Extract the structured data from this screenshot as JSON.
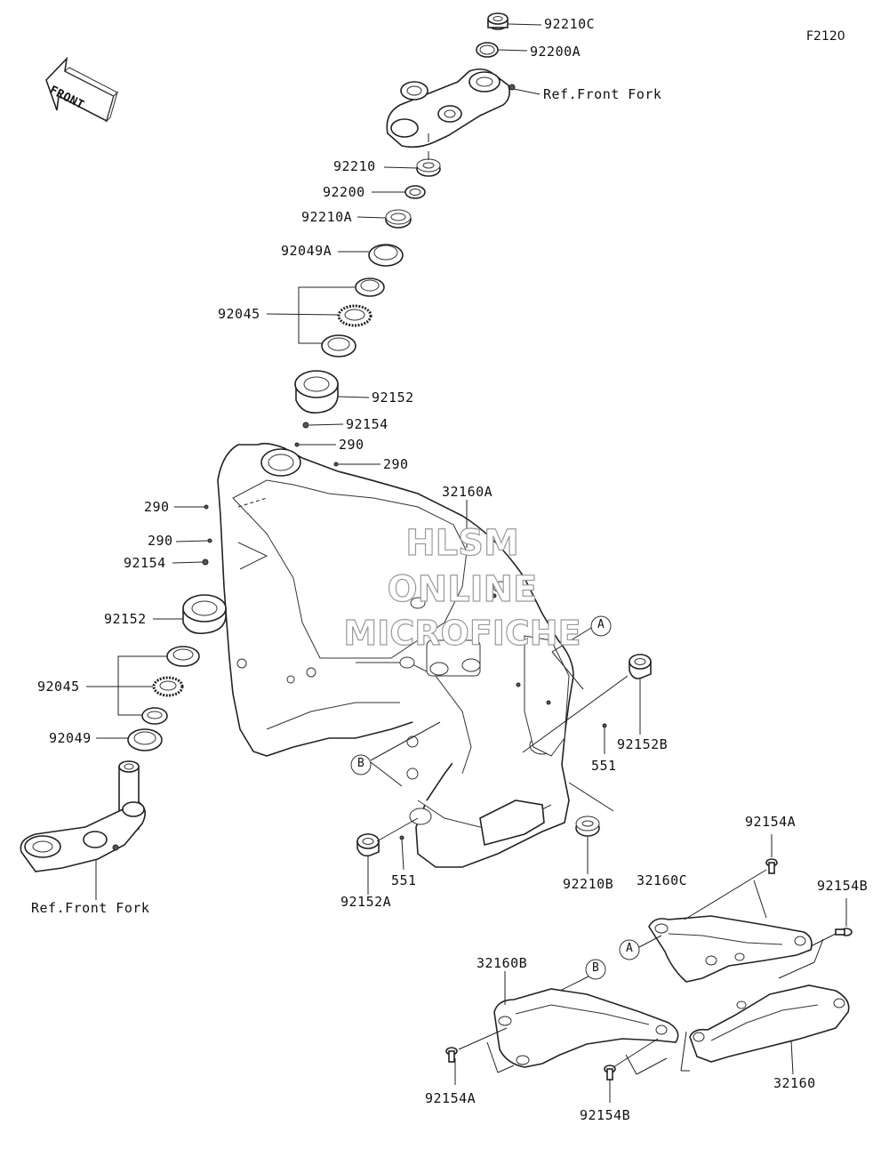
{
  "diagram_code": "F2120",
  "front_arrow_label": "FRONT",
  "watermark": [
    "HLSM",
    "ONLINE",
    "MICROFICHE"
  ],
  "callouts": {
    "A_upper": "A",
    "A_lower": "A",
    "B_upper": "B",
    "B_lower": "B"
  },
  "labels": {
    "p92210C": "92210C",
    "p92200A": "92200A",
    "ref_front_fork_top": "Ref.Front Fork",
    "p92210": "92210",
    "p92200": "92200",
    "p92210A": "92210A",
    "p92049A": "92049A",
    "p92045_top": "92045",
    "p92152_top": "92152",
    "p92154_top": "92154",
    "p290_a": "290",
    "p290_b": "290",
    "p32160A": "32160A",
    "p290_c": "290",
    "p290_d": "290",
    "p92154_left": "92154",
    "p92152_left": "92152",
    "p92045_left": "92045",
    "p92049": "92049",
    "ref_front_fork_bottom": "Ref.Front Fork",
    "p92152B": "92152B",
    "p551_right": "551",
    "p551_left": "551",
    "p92152A": "92152A",
    "p92210B": "92210B",
    "p92154A_top": "92154A",
    "p32160C": "32160C",
    "p92154B_right": "92154B",
    "p32160B": "32160B",
    "p32160": "32160",
    "p92154A_bottom": "92154A",
    "p92154B_bottom": "92154B"
  }
}
